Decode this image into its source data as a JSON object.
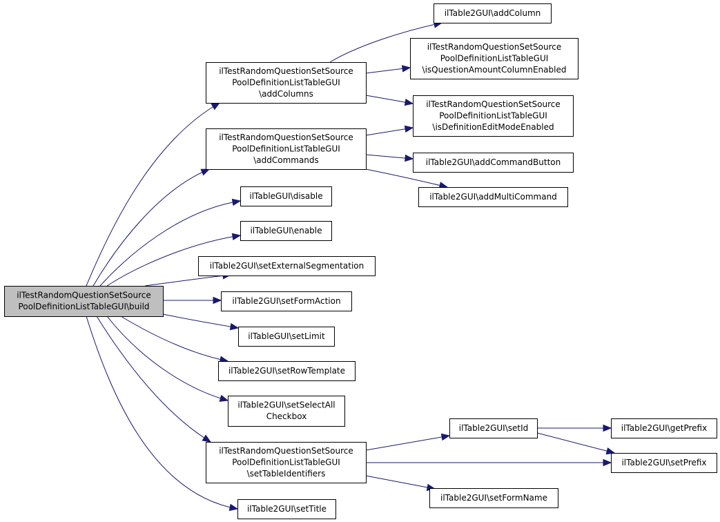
{
  "nodes": [
    {
      "id": "build",
      "lines": [
        "ilTestRandomQuestionSetSource",
        "PoolDefinitionListTableGUI\\build"
      ]
    },
    {
      "id": "addColumns",
      "lines": [
        "ilTestRandomQuestionSetSource",
        "PoolDefinitionListTableGUI",
        "\\addColumns"
      ]
    },
    {
      "id": "addCommands",
      "lines": [
        "ilTestRandomQuestionSetSource",
        "PoolDefinitionListTableGUI",
        "\\addCommands"
      ]
    },
    {
      "id": "disable",
      "lines": [
        "ilTableGUI\\disable"
      ]
    },
    {
      "id": "enable",
      "lines": [
        "ilTableGUI\\enable"
      ]
    },
    {
      "id": "setExternalSegmentation",
      "lines": [
        "ilTable2GUI\\setExternalSegmentation"
      ]
    },
    {
      "id": "setFormAction",
      "lines": [
        "ilTable2GUI\\setFormAction"
      ]
    },
    {
      "id": "setLimit",
      "lines": [
        "ilTableGUI\\setLimit"
      ]
    },
    {
      "id": "setRowTemplate",
      "lines": [
        "ilTable2GUI\\setRowTemplate"
      ]
    },
    {
      "id": "setSelectAllCheckbox",
      "lines": [
        "ilTable2GUI\\setSelectAll",
        "Checkbox"
      ]
    },
    {
      "id": "setTableIdentifiers",
      "lines": [
        "ilTestRandomQuestionSetSource",
        "PoolDefinitionListTableGUI",
        "\\setTableIdentifiers"
      ]
    },
    {
      "id": "setTitle",
      "lines": [
        "ilTable2GUI\\setTitle"
      ]
    },
    {
      "id": "addColumn",
      "lines": [
        "ilTable2GUI\\addColumn"
      ]
    },
    {
      "id": "isQuestionAmountColumnEnabled",
      "lines": [
        "ilTestRandomQuestionSetSource",
        "PoolDefinitionListTableGUI",
        "\\isQuestionAmountColumnEnabled"
      ]
    },
    {
      "id": "isDefinitionEditModeEnabled",
      "lines": [
        "ilTestRandomQuestionSetSource",
        "PoolDefinitionListTableGUI",
        "\\isDefinitionEditModeEnabled"
      ]
    },
    {
      "id": "addCommandButton",
      "lines": [
        "ilTable2GUI\\addCommandButton"
      ]
    },
    {
      "id": "addMultiCommand",
      "lines": [
        "ilTable2GUI\\addMultiCommand"
      ]
    },
    {
      "id": "setId",
      "lines": [
        "ilTable2GUI\\setId"
      ]
    },
    {
      "id": "setFormName",
      "lines": [
        "ilTable2GUI\\setFormName"
      ]
    },
    {
      "id": "getPrefix",
      "lines": [
        "ilTable2GUI\\getPrefix"
      ]
    },
    {
      "id": "setPrefix",
      "lines": [
        "ilTable2GUI\\setPrefix"
      ]
    }
  ],
  "edges": [
    {
      "from": "build",
      "to": "addColumns"
    },
    {
      "from": "build",
      "to": "addCommands"
    },
    {
      "from": "build",
      "to": "disable"
    },
    {
      "from": "build",
      "to": "enable"
    },
    {
      "from": "build",
      "to": "setExternalSegmentation"
    },
    {
      "from": "build",
      "to": "setFormAction"
    },
    {
      "from": "build",
      "to": "setLimit"
    },
    {
      "from": "build",
      "to": "setRowTemplate"
    },
    {
      "from": "build",
      "to": "setSelectAllCheckbox"
    },
    {
      "from": "build",
      "to": "setTableIdentifiers"
    },
    {
      "from": "build",
      "to": "setTitle"
    },
    {
      "from": "addColumns",
      "to": "addColumn"
    },
    {
      "from": "addColumns",
      "to": "isQuestionAmountColumnEnabled"
    },
    {
      "from": "addColumns",
      "to": "isDefinitionEditModeEnabled"
    },
    {
      "from": "addCommands",
      "to": "isDefinitionEditModeEnabled"
    },
    {
      "from": "addCommands",
      "to": "addCommandButton"
    },
    {
      "from": "addCommands",
      "to": "addMultiCommand"
    },
    {
      "from": "setTableIdentifiers",
      "to": "setId"
    },
    {
      "from": "setTableIdentifiers",
      "to": "setPrefix"
    },
    {
      "from": "setTableIdentifiers",
      "to": "setFormName"
    },
    {
      "from": "setId",
      "to": "getPrefix"
    },
    {
      "from": "setId",
      "to": "setPrefix"
    }
  ],
  "colors": {
    "edge": "#191970",
    "root_fill": "#bfbfbf",
    "node_fill": "#ffffff",
    "node_stroke": "#000000"
  }
}
